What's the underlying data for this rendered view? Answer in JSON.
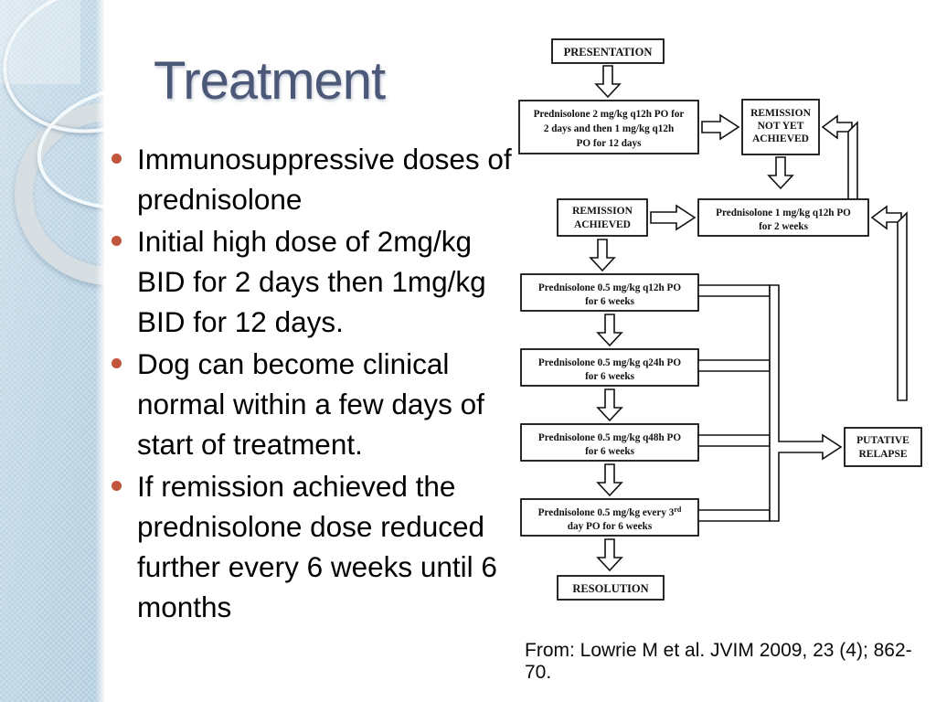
{
  "slide": {
    "title": "Treatment",
    "title_color": "#4c5878",
    "bullet_color": "#c0553c",
    "bullets": [
      "Immunosuppressive doses of prednisolone",
      "Initial high dose of 2mg/kg BID for 2 days then 1mg/kg BID for 12 days.",
      "Dog can become clinical normal within a few days of start of treatment.",
      "If remission achieved the prednisolone dose reduced further every 6 weeks until 6 months"
    ],
    "caption": "From: Lowrie M et al. JVIM 2009, 23 (4); 862-70."
  },
  "flowchart": {
    "title": "Prednisolone tapering protocol flowchart",
    "boxes": [
      {
        "id": "presentation",
        "label": "PRESENTATION"
      },
      {
        "id": "induction",
        "label": "Prednisolone 2 mg/kg q12h PO for 2 days and then 1 mg/kg q12h PO for 12 days",
        "lines": [
          "Prednisolone 2 mg/kg q12h PO for",
          "2 days and then 1 mg/kg q12h",
          "PO for 12 days"
        ]
      },
      {
        "id": "not-yet",
        "label": "REMISSION NOT YET ACHIEVED",
        "lines": [
          "REMISSION",
          "NOT YET",
          "ACHIEVED"
        ]
      },
      {
        "id": "pred-1mg",
        "label": "Prednisolone 1 mg/kg q12h PO for 2 weeks",
        "lines": [
          "Prednisolone 1 mg/kg q12h PO",
          "for 2 weeks"
        ]
      },
      {
        "id": "achieved",
        "label": "REMISSION ACHIEVED",
        "lines": [
          "REMISSION",
          "ACHIEVED"
        ]
      },
      {
        "id": "pred-q12h",
        "label": "Prednisolone 0.5 mg/kg q12h PO for 6 weeks",
        "lines": [
          "Prednisolone 0.5 mg/kg q12h PO",
          "for 6 weeks"
        ]
      },
      {
        "id": "pred-q24h",
        "label": "Prednisolone 0.5 mg/kg q24h PO for 6 weeks",
        "lines": [
          "Prednisolone 0.5 mg/kg q24h PO",
          "for 6 weeks"
        ]
      },
      {
        "id": "pred-q48h",
        "label": "Prednisolone 0.5 mg/kg q48h PO for 6 weeks",
        "lines": [
          "Prednisolone 0.5 mg/kg q48h PO",
          "for 6 weeks"
        ]
      },
      {
        "id": "pred-3rd",
        "label": "Prednisolone 0.5 mg/kg every 3rd day PO for 6 weeks",
        "lines": [
          "Prednisolone 0.5 mg/kg every 3rd",
          "day PO for 6 weeks"
        ]
      },
      {
        "id": "resolution",
        "label": "RESOLUTION"
      },
      {
        "id": "relapse",
        "label": "PUTATIVE RELAPSE",
        "lines": [
          "PUTATIVE",
          "RELAPSE"
        ]
      }
    ],
    "text": {
      "presentation": "PRESENTATION",
      "induction_l1": "Prednisolone 2 mg/kg q12h PO for",
      "induction_l2": "2 days and then 1 mg/kg q12h",
      "induction_l3": "PO for 12 days",
      "notyet_l1": "REMISSION",
      "notyet_l2": "NOT YET",
      "notyet_l3": "ACHIEVED",
      "pred1mg_l1": "Prednisolone 1 mg/kg q12h PO",
      "pred1mg_l2": "for 2 weeks",
      "achieved_l1": "REMISSION",
      "achieved_l2": "ACHIEVED",
      "q12h_l1": "Prednisolone 0.5 mg/kg q12h PO",
      "q12h_l2": "for 6 weeks",
      "q24h_l1": "Prednisolone 0.5 mg/kg q24h PO",
      "q24h_l2": "for 6 weeks",
      "q48h_l1": "Prednisolone 0.5 mg/kg q48h PO",
      "q48h_l2": "for 6 weeks",
      "every3rd_l1a": "Prednisolone 0.5 mg/kg every 3",
      "every3rd_sup": "rd",
      "every3rd_l2": "day PO for 6 weeks",
      "resolution": "RESOLUTION",
      "relapse_l1": "PUTATIVE",
      "relapse_l2": "RELAPSE"
    }
  }
}
